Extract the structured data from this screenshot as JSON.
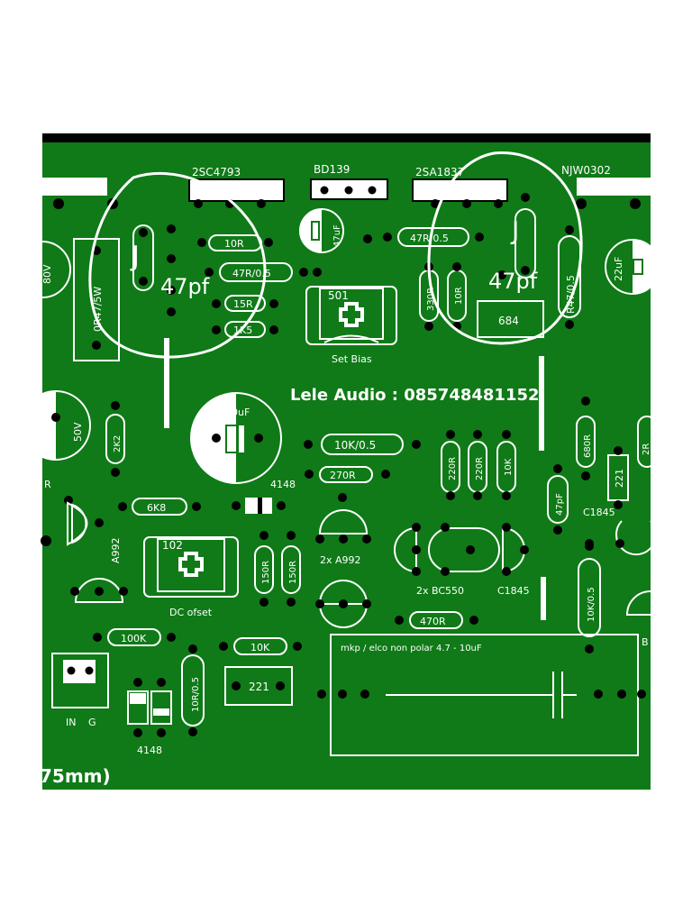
{
  "board": {
    "title_text": "Lele Audio : 085748481152",
    "edge_text": "75mm)",
    "colors": {
      "pcb": "#0f7a17",
      "silk": "#ffffff",
      "pad": "#000000",
      "edge": "#000000"
    }
  },
  "components": {
    "q_2sc4793": "2SC4793",
    "q_bd139": "BD139",
    "q_2sa1837": "2SA1837",
    "q_njw0302": "NJW0302",
    "r_10r_top": "10R",
    "r_47r05_left": "47R/0.5",
    "r_15r": "15R",
    "r_1k5": "1K5",
    "c_47uf": "47uF",
    "r_47r05_top": "47R/0.5",
    "r_330r": "330R",
    "r_10r_mid": "10R",
    "r_0r47": "0R47/5W",
    "c_80v": "80V",
    "c_684": "684",
    "r_r47": "R47/0.5",
    "c_22uf": "22uF",
    "pot_501": "501",
    "pot_setbias": "Set Bias",
    "c_470uf": "470uF",
    "c_50v": "50V",
    "r_2k2": "2K2",
    "r_10k05": "10K/0.5",
    "r_270r": "270R",
    "d_4148_mid": "4148",
    "r_6k8": "6K8",
    "r_220r_a": "220R",
    "r_220r_b": "220R",
    "r_10k_v": "10K",
    "c_47pf_v": "47pF",
    "r_680r": "680R",
    "c_221_right": "221",
    "q_c1845_right": "C1845",
    "q_a992_left": "A992",
    "pot_102": "102",
    "r_150r_a": "150R",
    "r_150r_b": "150R",
    "q_2xa992": "2x A992",
    "q_2xbc550": "2x BC550",
    "q_c1845_mid": "C1845",
    "r_10k05_v": "10K/0.5",
    "pot_dcofset": "DC ofset",
    "r_470r": "470R",
    "r_100k": "100K",
    "r_10k_bottom": "10K",
    "c_221_bottom": "221",
    "r_10r05_v": "10R/0.5",
    "conn_in": "IN",
    "conn_g": "G",
    "d_4148_bottom": "4148",
    "c_mkp": "mkp / elco non polar 4.7 - 10uF",
    "partial_r_left": "R",
    "partial_b_right": "B",
    "partial_r_right": "2R"
  },
  "annotations": {
    "j_left": "J",
    "j_right": "J",
    "pf_left": "47pf",
    "pf_right": "47pf"
  }
}
